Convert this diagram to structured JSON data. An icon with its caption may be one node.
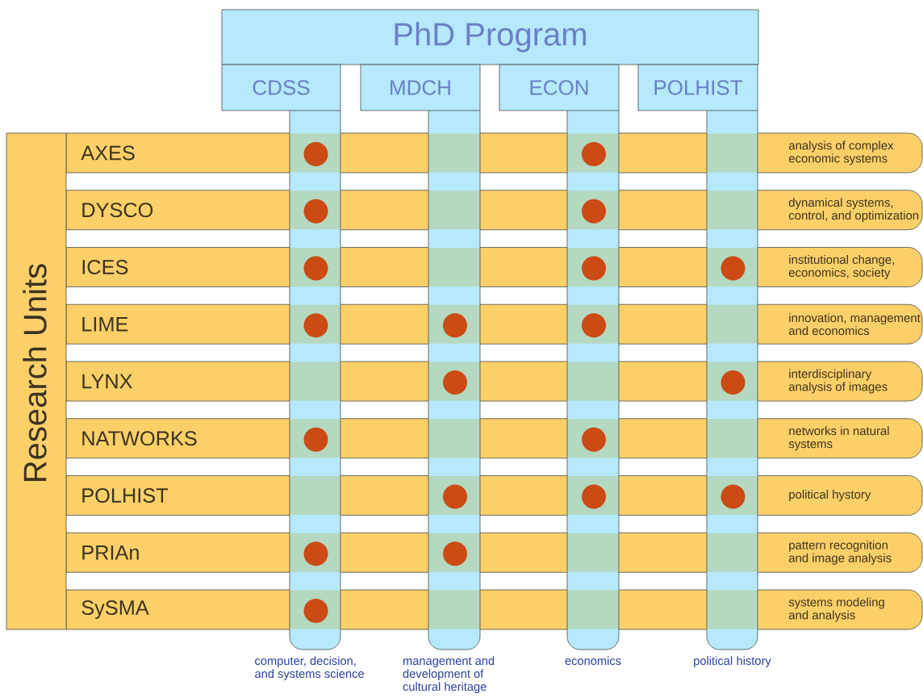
{
  "diagram": {
    "nodes": [
      {
        "text": [
          "PhD Program"
        ]
      },
      {
        "text": [
          "CDSS"
        ]
      },
      {
        "text": [
          "MDCH"
        ]
      },
      {
        "text": [
          "ECON"
        ]
      },
      {
        "text": [
          "POLHIST"
        ]
      },
      {
        "text": [
          "Research Units"
        ]
      },
      {
        "text": [
          "AXES",
          "analysis of complex economic systems"
        ]
      },
      {
        "text": [
          "DYSCO",
          "dynamical systems, control, and optimization"
        ]
      },
      {
        "text": [
          "ICES",
          "institutional change, economics, society"
        ]
      },
      {
        "text": [
          "LIME",
          "innovation, management and economics"
        ]
      },
      {
        "text": [
          "LYNX",
          "interdisciplinary analysis of images"
        ]
      },
      {
        "text": [
          "NATWORKS",
          "networks in natural systems"
        ]
      },
      {
        "text": [
          "POLHIST",
          "political hystory"
        ]
      },
      {
        "text": [
          "PRIAn",
          "pattern recognition and image analysis"
        ]
      },
      {
        "text": [
          "SySMA",
          "systems modeling and analysis"
        ]
      }
    ],
    "edges": [],
    "labels": [
      "computer, decision, and systems science",
      "management and development of cultural heritage",
      "economics",
      "political history"
    ]
  }
}
